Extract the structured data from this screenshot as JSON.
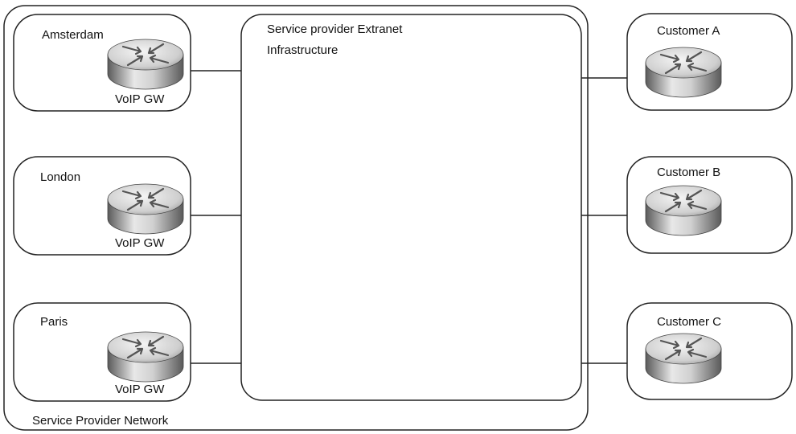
{
  "network_label": "Service Provider Network",
  "extranet": {
    "line1": "Service provider Extranet",
    "line2": "Infrastructure"
  },
  "sites": [
    {
      "name": "Amsterdam",
      "device_label": "VoIP GW",
      "icon": "router-icon"
    },
    {
      "name": "London",
      "device_label": "VoIP GW",
      "icon": "router-icon"
    },
    {
      "name": "Paris",
      "device_label": "VoIP GW",
      "icon": "router-icon"
    }
  ],
  "customers": [
    {
      "name": "Customer A",
      "icon": "router-icon"
    },
    {
      "name": "Customer B",
      "icon": "router-icon"
    },
    {
      "name": "Customer C",
      "icon": "router-icon"
    }
  ],
  "colors": {
    "router_light": "#f2f2f2",
    "router_mid": "#b5b5b5",
    "router_dark": "#5a5a5a",
    "line": "#222222"
  }
}
